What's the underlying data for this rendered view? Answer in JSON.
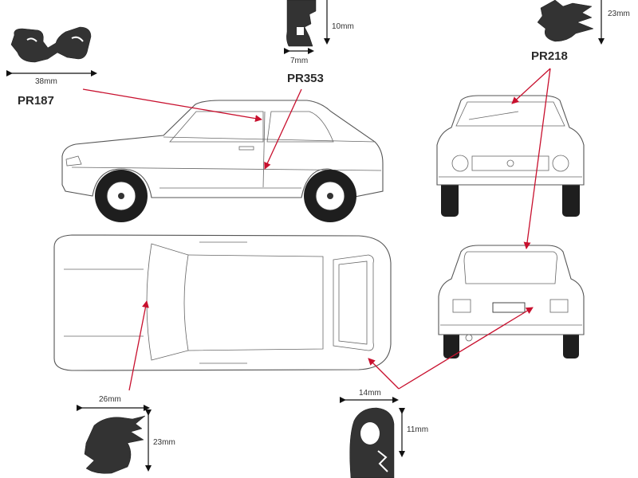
{
  "profiles": {
    "pr187": {
      "code": "PR187",
      "width": "38mm"
    },
    "pr353": {
      "code": "PR353",
      "width": "7mm",
      "height": "10mm"
    },
    "pr218": {
      "code": "PR218",
      "height": "23mm"
    },
    "bottom_left": {
      "width": "26mm",
      "height": "23mm"
    },
    "bottom_right": {
      "width": "14mm",
      "height": "11mm"
    }
  },
  "colors": {
    "pointer": "#c8102e",
    "seal": "#333333",
    "car_outline": "#555555",
    "background": "#ffffff"
  },
  "icons": {
    "dimension_arrow": "double-headed-arrow",
    "pointer_arrow": "red-arrow"
  }
}
